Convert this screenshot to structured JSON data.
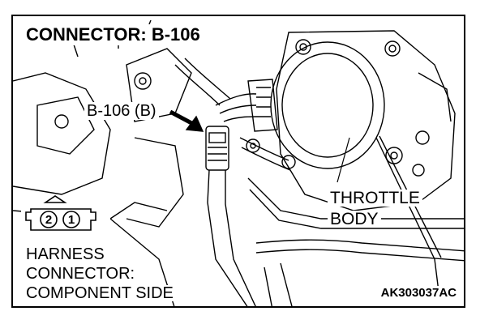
{
  "title": "CONNECTOR: B-106",
  "callout_label": "B-106 (B)",
  "part_label": {
    "line1": "THROTTLE",
    "line2": "BODY"
  },
  "harness_label": {
    "line1": "HARNESS",
    "line2": "CONNECTOR:",
    "line3": "COMPONENT SIDE"
  },
  "connector_pins": [
    "2",
    "1"
  ],
  "figure_code": "AK303037AC"
}
